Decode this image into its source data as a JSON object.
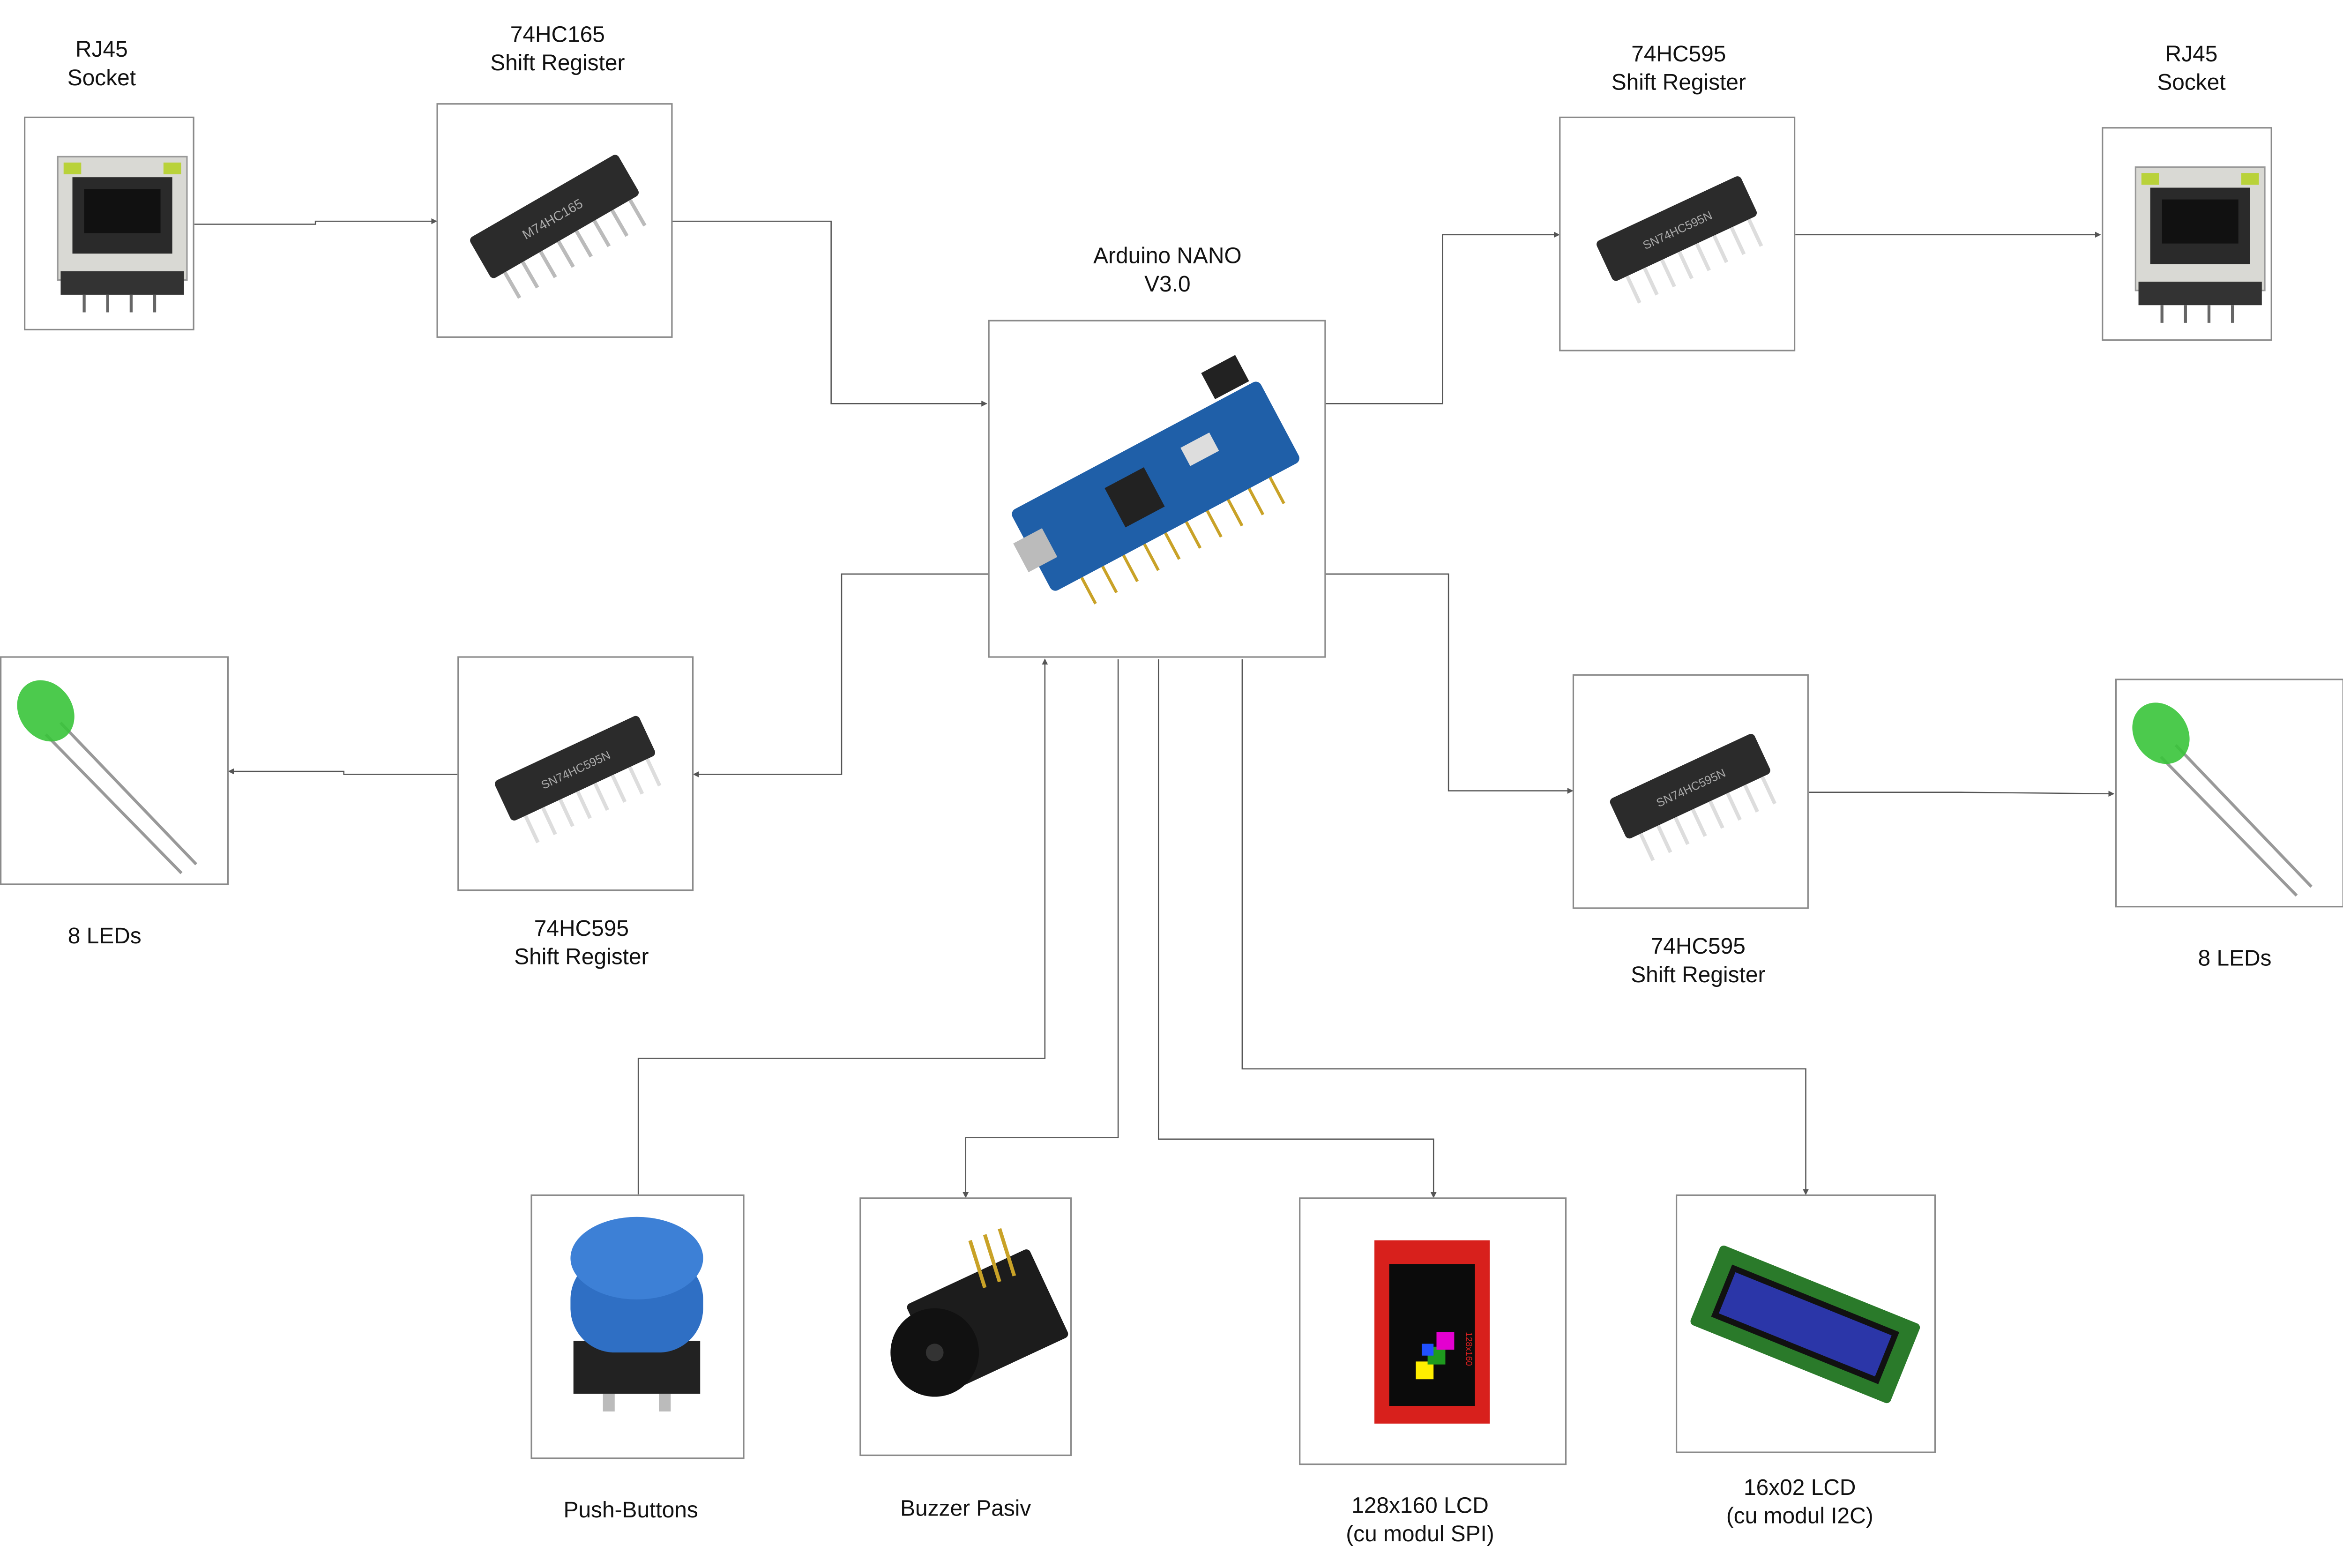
{
  "arduino": {
    "line1": "Arduino NANO",
    "line2": "V3.0"
  },
  "rj45_left": {
    "line1": "RJ45",
    "line2": "Socket"
  },
  "rj45_right": {
    "line1": "RJ45",
    "line2": "Socket"
  },
  "sr165": {
    "line1": "74HC165",
    "line2": "Shift Register"
  },
  "sr595_top_right": {
    "line1": "74HC595",
    "line2": "Shift Register"
  },
  "sr595_left": {
    "line1": "74HC595",
    "line2": "Shift Register"
  },
  "sr595_right": {
    "line1": "74HC595",
    "line2": "Shift Register"
  },
  "leds_left": {
    "label": "8 LEDs"
  },
  "leds_right": {
    "label": "8 LEDs"
  },
  "push_buttons": {
    "label": "Push-Buttons"
  },
  "buzzer": {
    "label": "Buzzer Pasiv"
  },
  "lcd_spi": {
    "line1": "128x160 LCD",
    "line2": "(cu modul SPI)",
    "screen_text": "128x160"
  },
  "lcd_i2c": {
    "line1": "16x02 LCD",
    "line2": "(cu modul I2C)"
  },
  "colors": {
    "wire": "#555555",
    "box_border": "#8a8a8a",
    "pcb_blue": "#1f5fa8",
    "led_green": "#39c43a",
    "button_blue": "#2f6fc4",
    "tft_red": "#d8201c",
    "lcd_blue": "#2b36a8"
  },
  "chip_markings": {
    "sr165_chip": "M74HC165",
    "sr595_chip": "SN74HC595N"
  }
}
